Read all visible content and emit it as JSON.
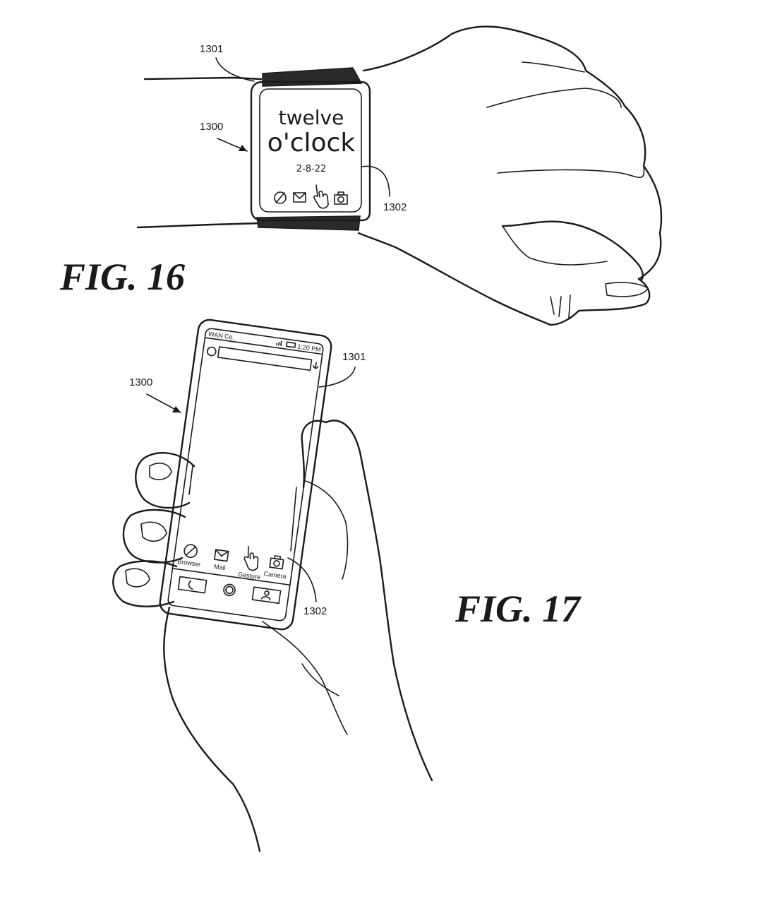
{
  "figures": {
    "fig16": {
      "label": "FIG. 16",
      "watch_screen": {
        "line1": "twelve",
        "line2": "o'clock",
        "date": "2-8-22",
        "icons": [
          "browser-icon",
          "mail-icon",
          "gesture-hand-icon",
          "camera-icon"
        ]
      },
      "refs": {
        "device": "1300",
        "band": "1301",
        "display": "1302"
      }
    },
    "fig17": {
      "label": "FIG. 17",
      "phone_screen": {
        "carrier": "WAN Co.",
        "time": "1:20 PM",
        "apps": [
          "Browser",
          "Mail",
          "Gesture",
          "Camera"
        ],
        "nav_icons": [
          "phone-icon",
          "home-icon",
          "contacts-icon"
        ]
      },
      "refs": {
        "device": "1300",
        "edge": "1301",
        "display": "1302"
      }
    }
  },
  "colors": {
    "ink": "#1a1a1a",
    "paper": "#ffffff"
  }
}
